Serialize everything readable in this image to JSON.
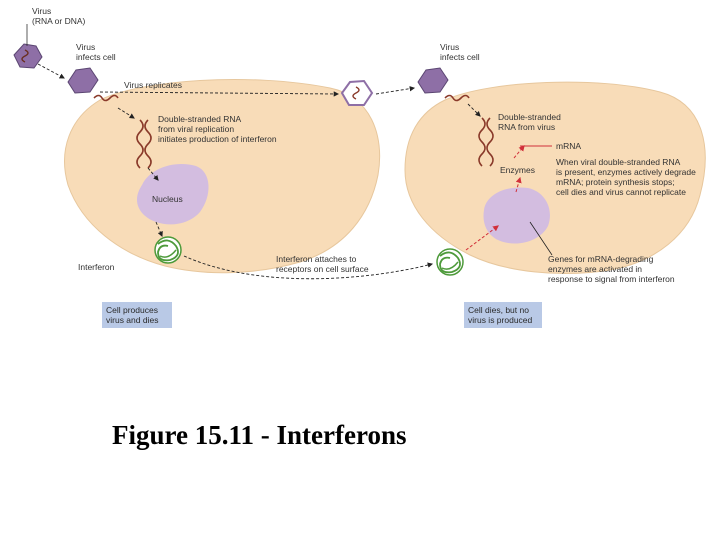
{
  "colors": {
    "cell_fill": "#f8dcb8",
    "nucleus_fill": "#d3bde0",
    "virus_fill": "#8e6fa6",
    "rna_color": "#8a3a2a",
    "box_fill": "#b9c9e6",
    "arrow_red": "#d1303a",
    "interferon_green": "#4d9a3a"
  },
  "labels": {
    "virus_top": [
      "Virus",
      "(RNA or DNA)"
    ],
    "virus_infects_left": [
      "Virus",
      "infects cell"
    ],
    "virus_replicates": "Virus replicates",
    "dsrna_left": [
      "Double-stranded RNA",
      "from viral replication",
      "initiates production of interferon"
    ],
    "nucleus": "Nucleus",
    "interferon": "Interferon",
    "interferon_attaches": [
      "Interferon attaches to",
      "receptors on cell surface"
    ],
    "virus_infects_right": [
      "Virus",
      "infects cell"
    ],
    "dsrna_right": [
      "Double-stranded",
      "RNA from virus"
    ],
    "mrna": "mRNA",
    "enzymes": "Enzymes",
    "degrade_note": [
      "When viral double-stranded RNA",
      "is present, enzymes actively degrade",
      "mRNA; protein synthesis stops;",
      "cell dies and virus cannot replicate"
    ],
    "genes_note": [
      "Genes for mRNA-degrading",
      "enzymes are activated in",
      "response to signal from interferon"
    ]
  },
  "boxes": {
    "left": [
      "Cell produces",
      "virus and dies"
    ],
    "right": [
      "Cell dies, but no",
      "virus is produced"
    ]
  },
  "caption": "Figure 15.11 - Interferons"
}
